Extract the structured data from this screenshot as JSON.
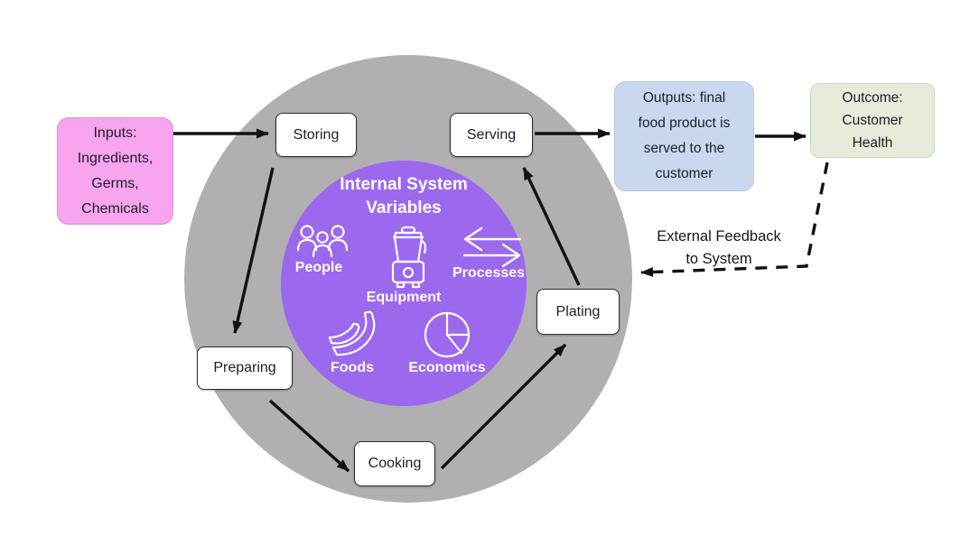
{
  "inputs_box": {
    "lines": [
      "Inputs:",
      "Ingredients,",
      "Germs,",
      "Chemicals"
    ]
  },
  "steps": {
    "storing": "Storing",
    "serving": "Serving",
    "preparing": "Preparing",
    "cooking": "Cooking",
    "plating": "Plating"
  },
  "inner_circle": {
    "title_lines": [
      "Internal System",
      "Variables"
    ],
    "variables": [
      {
        "label": "People",
        "icon": "people-icon"
      },
      {
        "label": "Equipment",
        "icon": "blender-icon"
      },
      {
        "label": "Processes",
        "icon": "swap-arrows-icon"
      },
      {
        "label": "Foods",
        "icon": "banana-icon"
      },
      {
        "label": "Economics",
        "icon": "pie-chart-icon"
      }
    ]
  },
  "outputs_box": {
    "lines": [
      "Outputs: final",
      "food product is",
      "served to the",
      "customer"
    ]
  },
  "outcome_box": {
    "lines": [
      "Outcome:",
      "Customer",
      "Health"
    ]
  },
  "feedback": {
    "lines": [
      "External Feedback",
      "to System"
    ]
  },
  "colors": {
    "outer_circle": "#b2afb3",
    "inner_circle": "#9c68ee",
    "inputs_box_bg": "#f9a4ee",
    "outputs_box_bg": "#c9d8ef",
    "outcome_box_bg": "#e5ecd9",
    "step_box_bg": "#ffffff",
    "arrow": "#111111",
    "icon_stroke": "#ffffff",
    "text_dark": "#1c1e2b"
  }
}
